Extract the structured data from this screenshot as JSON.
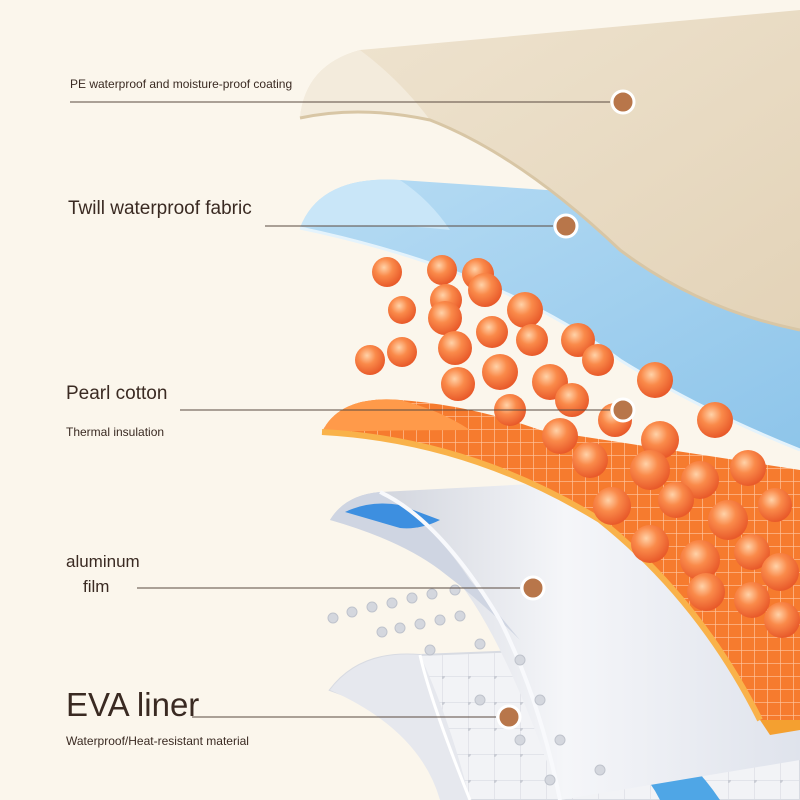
{
  "layers": [
    {
      "id": "pe",
      "label": "PE waterproof and moisture-proof coating"
    },
    {
      "id": "twill",
      "label": "Twill waterproof fabric"
    },
    {
      "id": "pearl",
      "label": "Pearl cotton",
      "sublabel": "Thermal insulation"
    },
    {
      "id": "aluminum",
      "label_line1": "aluminum",
      "label_line2": "film"
    },
    {
      "id": "eva",
      "label": "EVA liner",
      "sublabel": "Waterproof/Heat-resistant material"
    }
  ],
  "colors": {
    "background": "#fbf6ec",
    "text": "#3a2a22",
    "leader_line": "#5a4a40",
    "marker": "#b8764a",
    "pe_layer": "#e9dcc5",
    "twill_layer": "#9fd0ef",
    "pearl_layer": "#f27a2c",
    "aluminum_layer": "#e6e9f2",
    "eva_layer": "#f3f4f7",
    "particle": "#f26a3a"
  },
  "icons": [
    "marker-dot-icon"
  ]
}
